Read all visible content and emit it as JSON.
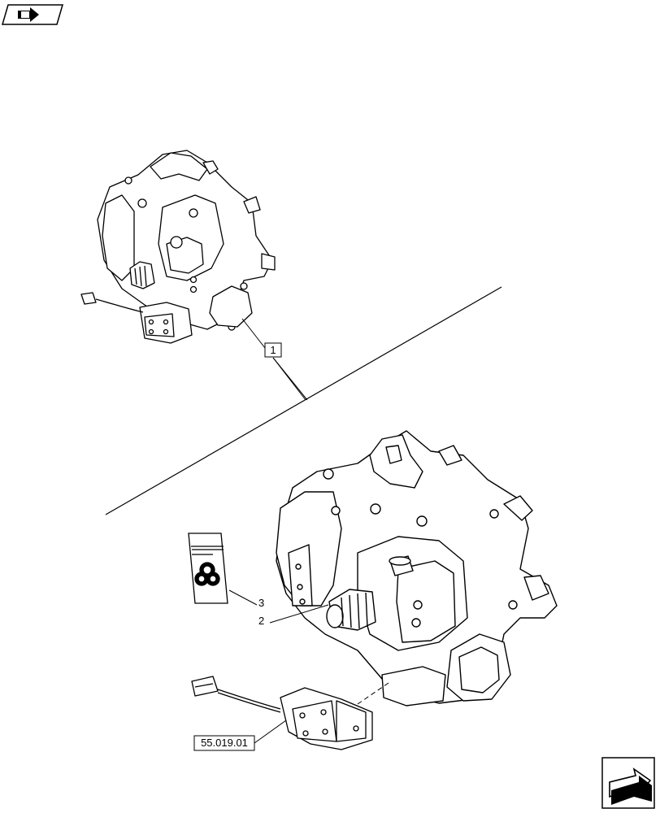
{
  "diagram": {
    "icons": {
      "top_left": "book-with-arrow-icon",
      "bottom_right": "next-page-arrow-icon"
    },
    "callouts": {
      "assembly": "1",
      "pump": "2",
      "seal_kit": "3"
    },
    "reference": "55.019.01"
  }
}
